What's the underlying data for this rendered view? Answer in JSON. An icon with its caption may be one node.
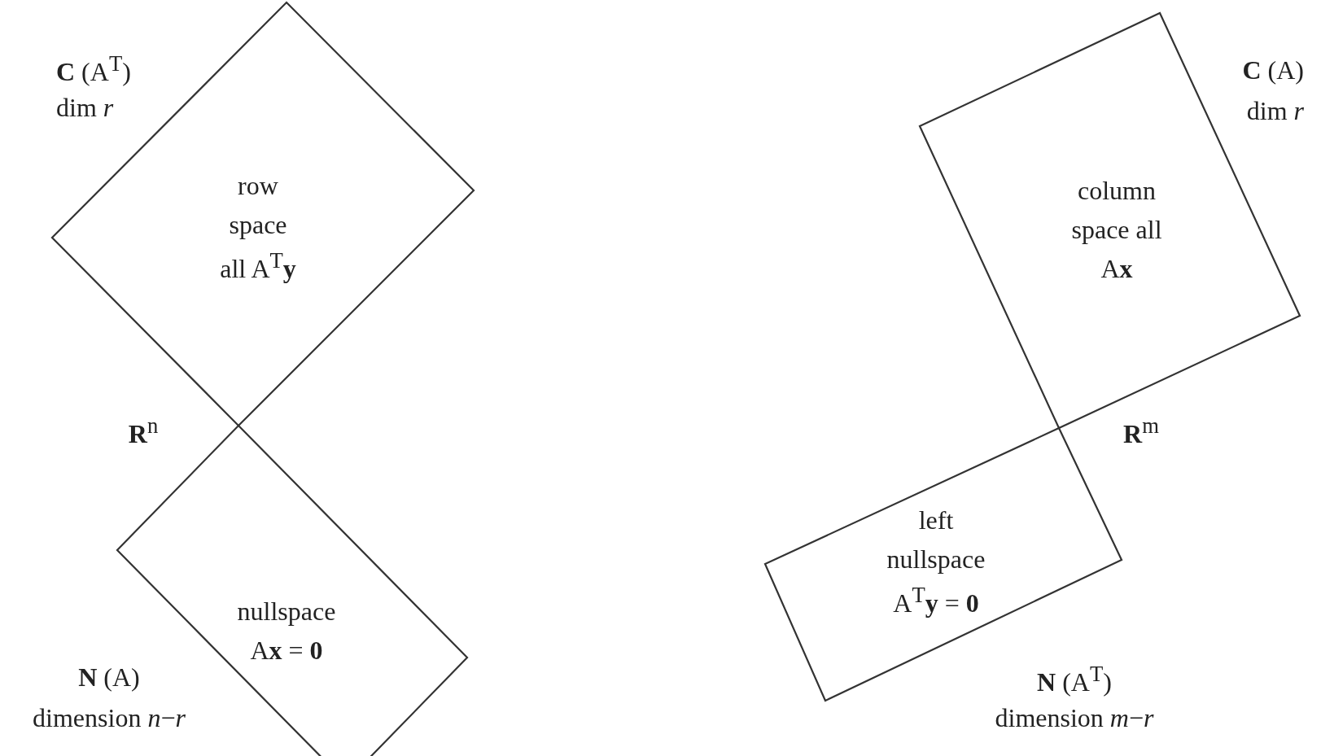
{
  "diagram": {
    "nodes": [
      {
        "text": [
          "row space all A$^{T}$**y**"
        ],
        "beside": [
          "**C** (A$^{T}$)",
          "dim *r*"
        ]
      },
      {
        "text": [
          "nullspace A**x** = **0**"
        ],
        "beside": [
          "**N** (A)",
          "dimension *n*−*r*"
        ]
      },
      {
        "text": [
          "column space all A**x**"
        ],
        "beside": [
          "**C** (A)",
          "dim *r*"
        ]
      },
      {
        "text": [
          "left nullspace A$^{T}$**y** = **0**"
        ],
        "beside": [
          "**N** (A$^{T}$)",
          "dimension *m*−*r*"
        ]
      }
    ],
    "labels": [
      "**R**$^{n}$",
      "**R**$^{m}$"
    ]
  }
}
